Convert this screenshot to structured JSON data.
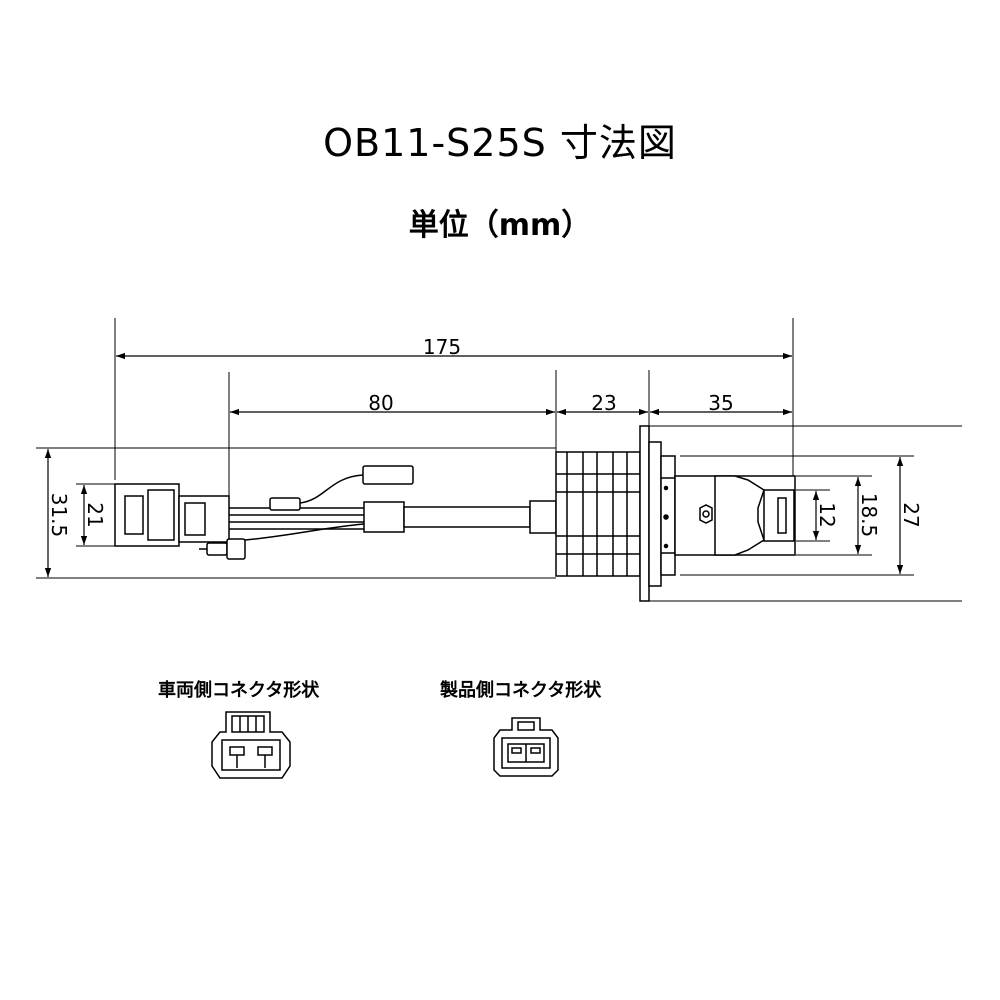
{
  "title": "OB11-S25S 寸法図",
  "subtitle": "単位（mm）",
  "dimensions": {
    "overall_length": "175",
    "harness_length": "80",
    "socket_length": "23",
    "bulb_length": "35",
    "connector_outer_height": "31.5",
    "connector_inner_height": "21",
    "bulb_inner_height": "12",
    "bulb_mid_height": "18.5",
    "flange_height": "27"
  },
  "captions": {
    "vehicle_connector": "車両側コネクタ形状",
    "product_connector": "製品側コネクタ形状"
  }
}
